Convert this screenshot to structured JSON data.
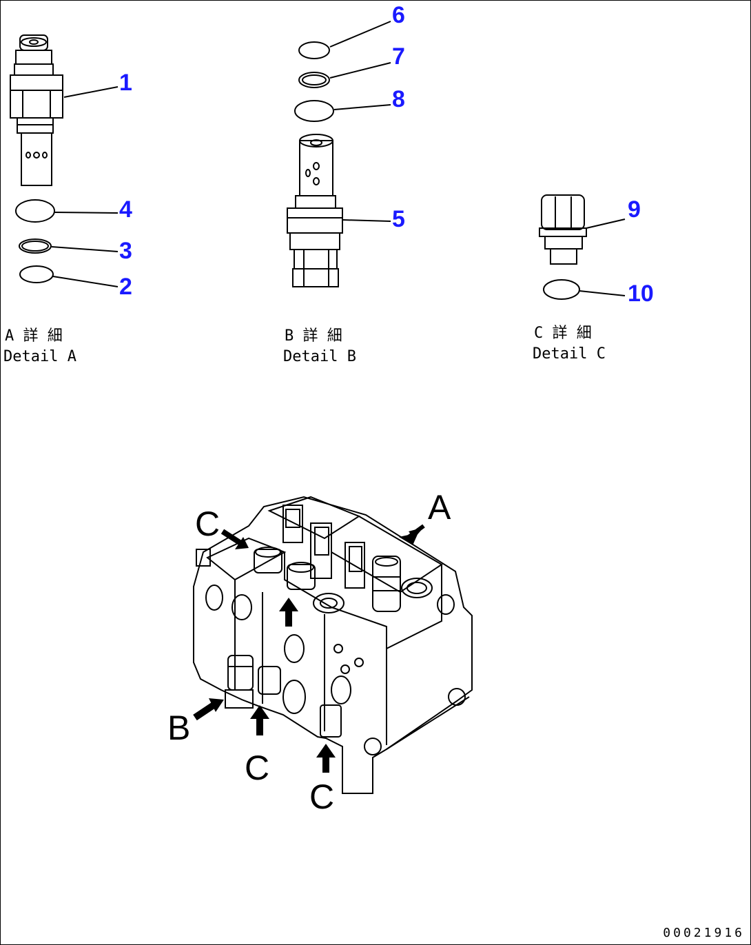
{
  "callouts": {
    "c1": "1",
    "c2": "2",
    "c3": "3",
    "c4": "4",
    "c5": "5",
    "c6": "6",
    "c7": "7",
    "c8": "8",
    "c9": "9",
    "c10": "10"
  },
  "details": {
    "a": {
      "ja": "A 詳 細",
      "en": "Detail A"
    },
    "b": {
      "ja": "B 詳 細",
      "en": "Detail B"
    },
    "c": {
      "ja": "C 詳 細",
      "en": "Detail C"
    }
  },
  "view_letters": {
    "a": "A",
    "b": "B",
    "c1": "C",
    "c2": "C",
    "c3": "C"
  },
  "drawing_number": "00021916",
  "colors": {
    "callout": "#1a1aff",
    "line": "#000000",
    "background": "#ffffff"
  }
}
